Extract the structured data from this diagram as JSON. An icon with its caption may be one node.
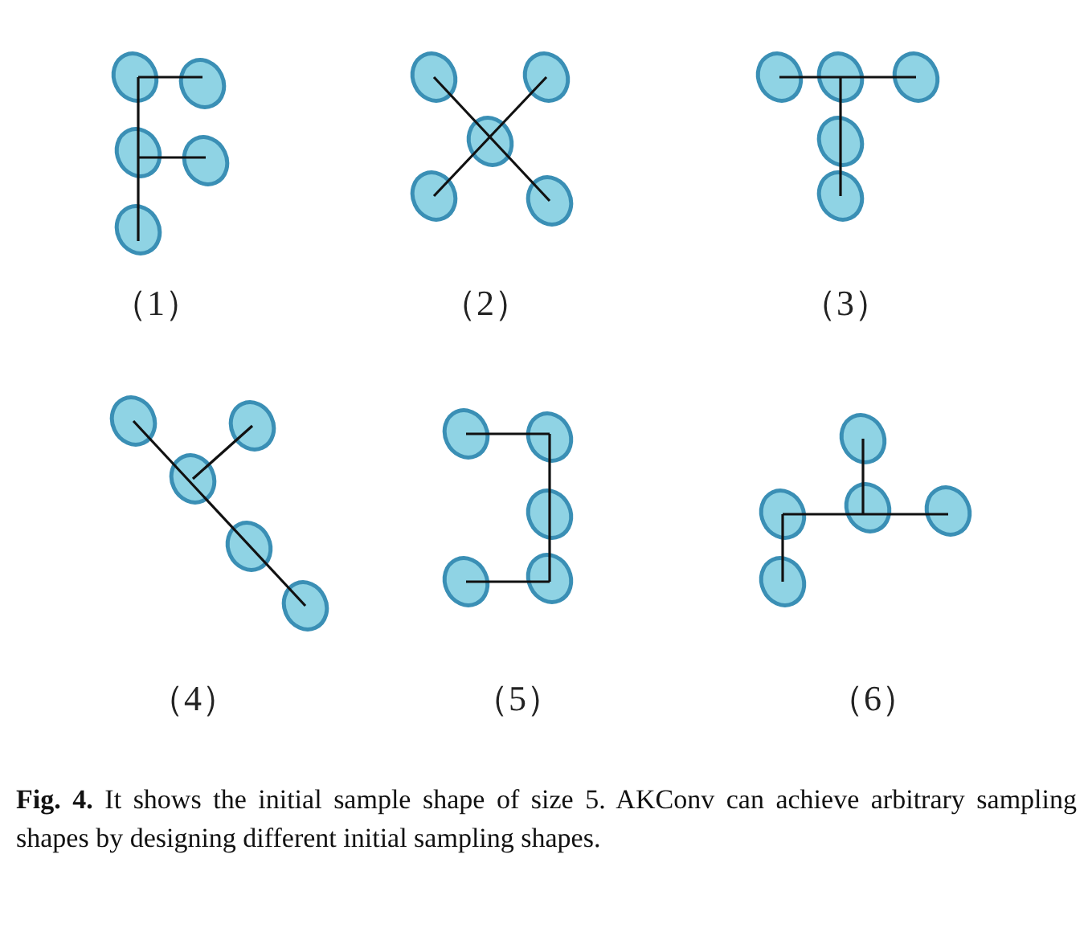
{
  "diagram": {
    "caption": "**Fig. 4.** It shows the initial sample shape of size 5. AKConv can achieve arbitrary sampling shapes by designing different initial sampling shapes.",
    "labels": [
      "（1）",
      "（2）",
      "（3）",
      "（4）",
      "（5）",
      "（6）"
    ]
  }
}
